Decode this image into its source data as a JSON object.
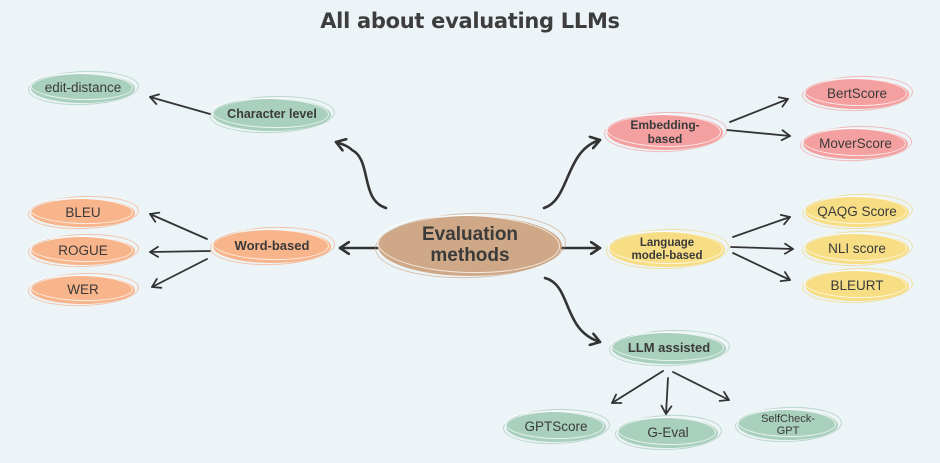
{
  "title": "All about evaluating LLMs",
  "colors": {
    "background": "#edf4f7",
    "arrow": "#333333",
    "center": "#cfa987",
    "character_level": "#a9cfbd",
    "word_based": "#f8b48a",
    "embedding_based": "#f4a0a0",
    "language_model_based": "#f7dd83",
    "llm_assisted": "#a9cfbd"
  },
  "center": {
    "label_line1": "Evaluation",
    "label_line2": "methods"
  },
  "categories": {
    "character_level": {
      "label": "Character level",
      "children": [
        "edit-distance"
      ]
    },
    "word_based": {
      "label": "Word-based",
      "children": [
        "BLEU",
        "ROGUE",
        "WER"
      ]
    },
    "embedding_based": {
      "label_line1": "Embedding-",
      "label_line2": "based",
      "children": [
        "BertScore",
        "MoverScore"
      ]
    },
    "language_model_based": {
      "label_line1": "Language",
      "label_line2": "model-based",
      "children": [
        "QAQG Score",
        "NLI score",
        "BLEURT"
      ]
    },
    "llm_assisted": {
      "label": "LLM assisted",
      "children": [
        "GPTScore",
        "G-Eval",
        "SelfCheck-",
        "GPT"
      ]
    }
  }
}
